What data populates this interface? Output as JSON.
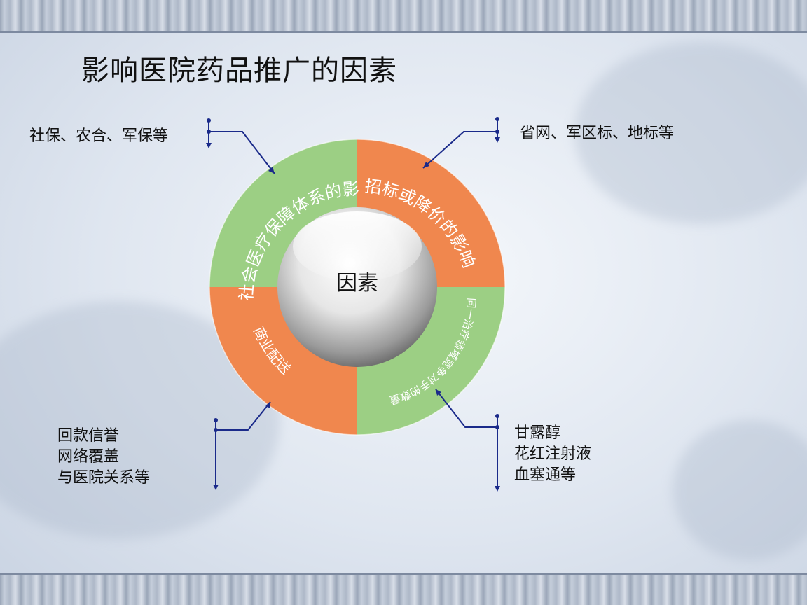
{
  "slide": {
    "title": "影响医院药品推广的因素"
  },
  "notes": {
    "top_left": "社保、农合、军保等",
    "top_right": "省网、军区标、地标等",
    "bottom_left": [
      "回款信誉",
      "网络覆盖",
      "与医院关系等"
    ],
    "bottom_right": [
      "甘露醇",
      "花红注射液",
      "血塞通等"
    ]
  },
  "diagram": {
    "center_label": "因素",
    "segments": [
      {
        "label": "社会医疗保障体系的影响",
        "color": "#9ccf84"
      },
      {
        "label": "招标或降价的影响",
        "color": "#f0874e"
      },
      {
        "label": "同一治疗领域竞争对手的数量",
        "color": "#9ccf84"
      },
      {
        "label": "商业配送",
        "color": "#f0874e"
      }
    ]
  },
  "colors": {
    "connector": "#1a2a8a",
    "green": "#9ccf84",
    "orange": "#f0874e"
  }
}
